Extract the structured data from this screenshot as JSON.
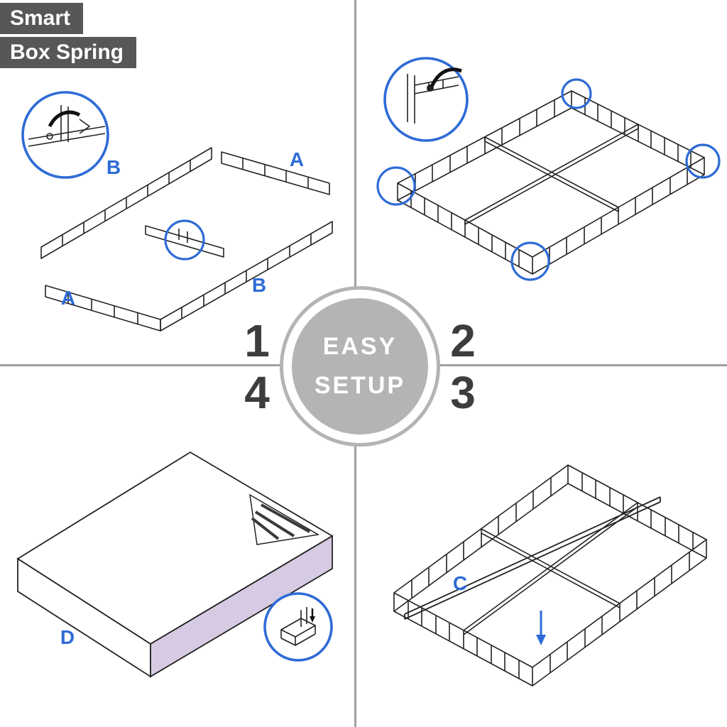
{
  "title": {
    "line1": "Smart",
    "line2": "Box Spring"
  },
  "badge": {
    "line1": "EASY",
    "line2": "SETUP"
  },
  "steps": {
    "one": "1",
    "two": "2",
    "three": "3",
    "four": "4"
  },
  "labels": {
    "step1_b_upper": "B",
    "step1_a_upper": "A",
    "step1_a_lower": "A",
    "step1_b_lower": "B",
    "step3_c": "C",
    "step4_d": "D"
  },
  "colors": {
    "accent_blue": "#2e6bd6",
    "banner_gray": "#575757",
    "badge_gray": "#b4b4b4",
    "divider_gray": "#a0a0a0",
    "number_gray": "#3d3d3d",
    "cover_purple": "#d6cbe2",
    "line_black": "#222222"
  }
}
